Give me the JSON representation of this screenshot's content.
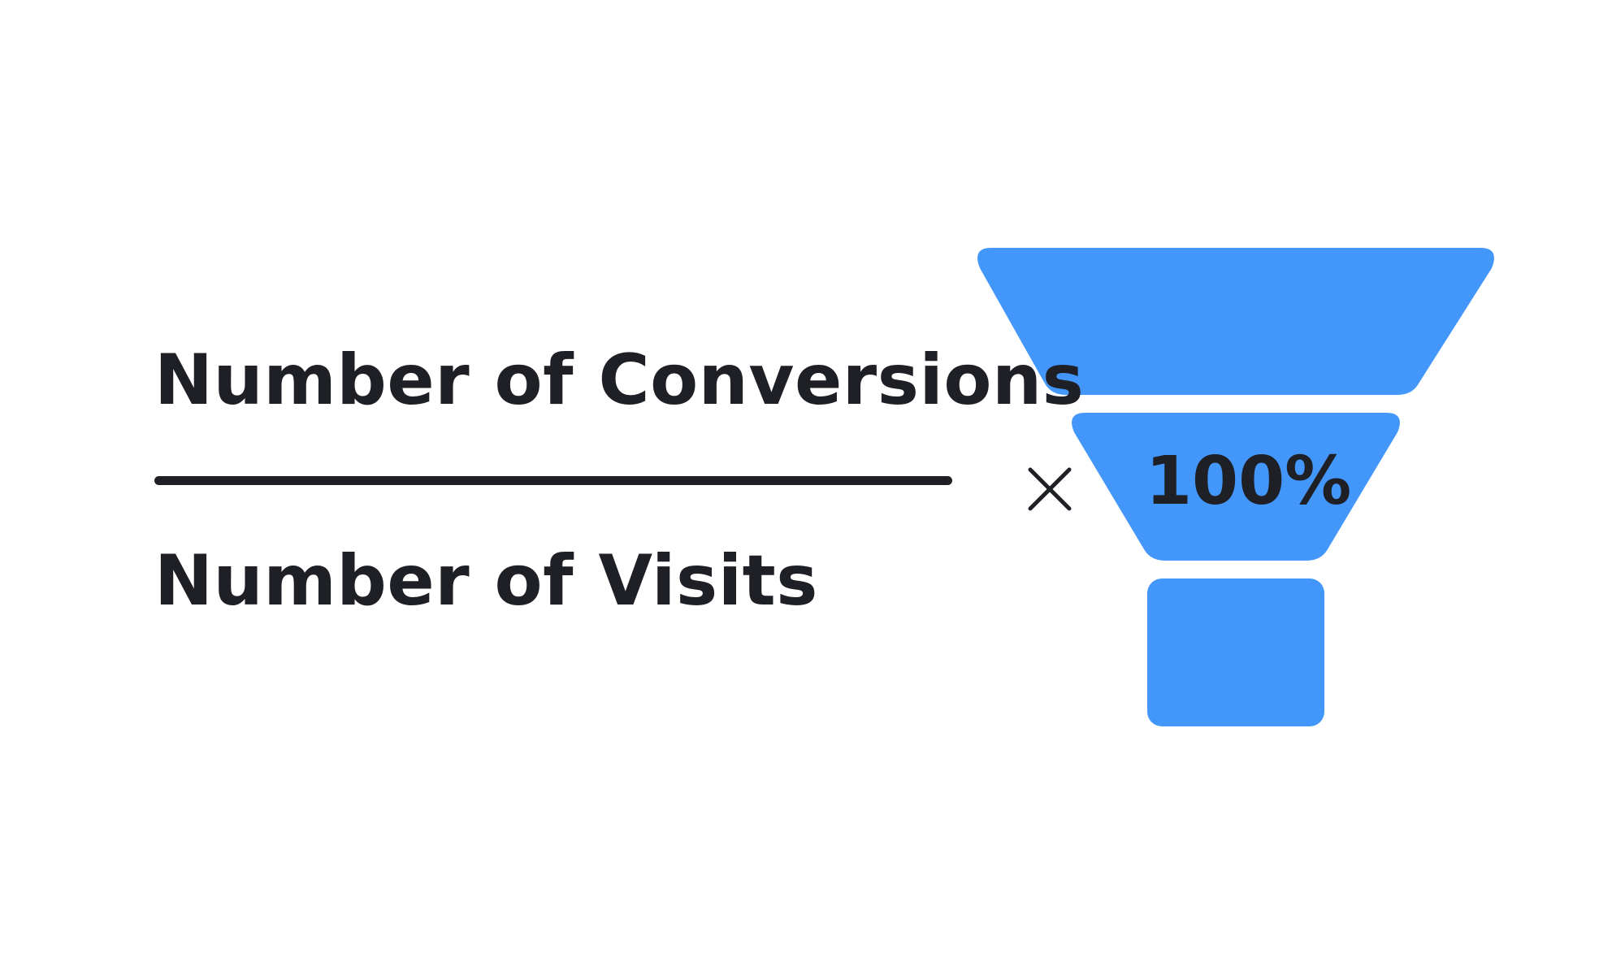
{
  "formula": {
    "numerator": "Number of Conversions",
    "denominator": "Number of Visits",
    "multiplier": "100%",
    "operator_icon": "times-icon"
  },
  "funnel": {
    "icon": "funnel-icon",
    "stages": 3
  },
  "colors": {
    "text": "#1e2026",
    "funnel": "#4396fa",
    "background": "#ffffff"
  }
}
